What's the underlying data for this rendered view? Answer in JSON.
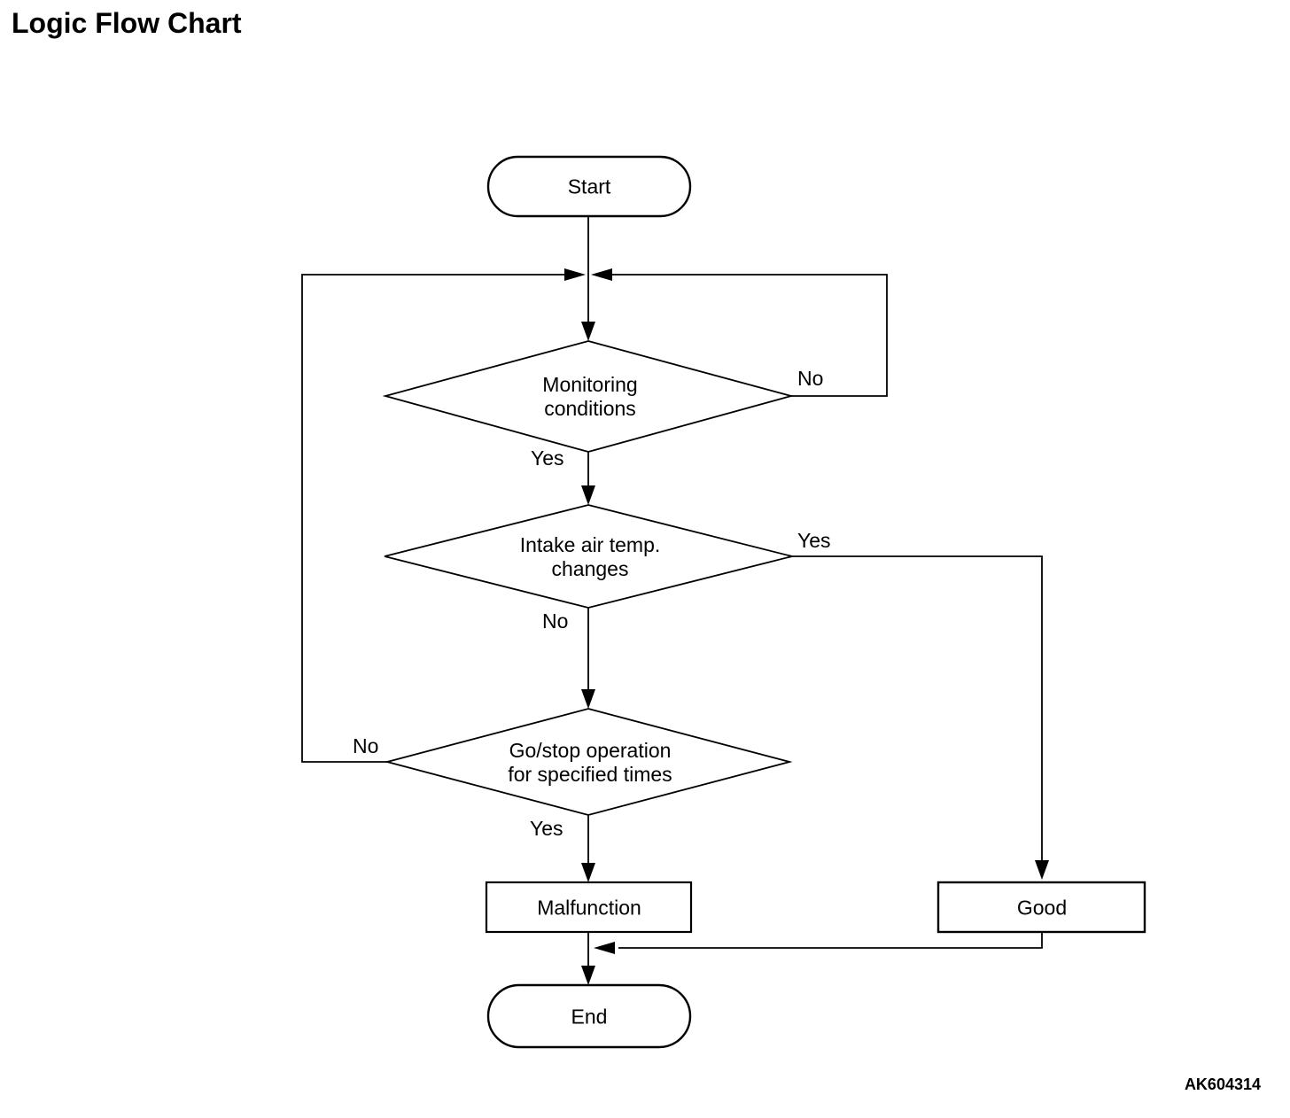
{
  "page": {
    "title": "Logic Flow Chart",
    "figure_code": "AK604314"
  },
  "flowchart": {
    "nodes": {
      "start": {
        "type": "terminator",
        "label": "Start"
      },
      "monitoring_conditions": {
        "type": "decision",
        "label": "Monitoring\nconditions"
      },
      "intake_air_temp": {
        "type": "decision",
        "label": "Intake air temp.\nchanges"
      },
      "go_stop_operation": {
        "type": "decision",
        "label": "Go/stop operation\nfor specified times"
      },
      "malfunction": {
        "type": "process",
        "label": "Malfunction"
      },
      "good": {
        "type": "process",
        "label": "Good"
      },
      "end": {
        "type": "terminator",
        "label": "End"
      }
    },
    "edge_labels": {
      "monitoring_no": "No",
      "monitoring_yes": "Yes",
      "intake_yes": "Yes",
      "intake_no": "No",
      "go_stop_no": "No",
      "go_stop_yes": "Yes"
    },
    "colors": {
      "line": "#000000",
      "background": "#ffffff",
      "text": "#000000"
    }
  }
}
